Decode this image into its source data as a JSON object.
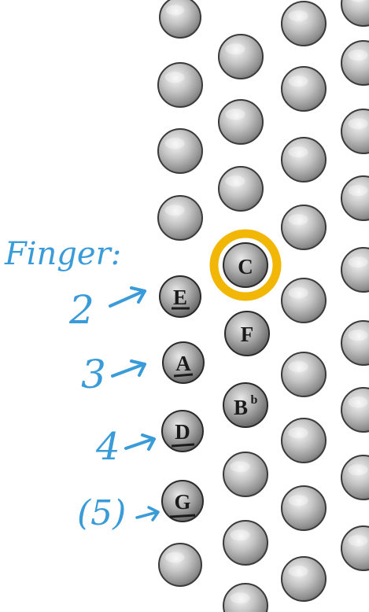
{
  "diagram": {
    "finger_heading": "Finger:",
    "rows": [
      {
        "finger": "2",
        "note": "E"
      },
      {
        "finger": "3",
        "note": "A"
      },
      {
        "finger": "4",
        "note": "D"
      },
      {
        "finger": "(5)",
        "note": "G"
      }
    ],
    "second_column_notes": [
      "C",
      "F",
      "B"
    ],
    "flat_symbol": "b",
    "highlighted_note": "C",
    "colors": {
      "annotation_blue": "#3a9bd9",
      "highlight_ring": "#f2b705",
      "button_fill": "#bdbdbd",
      "button_outline": "#333333"
    }
  }
}
